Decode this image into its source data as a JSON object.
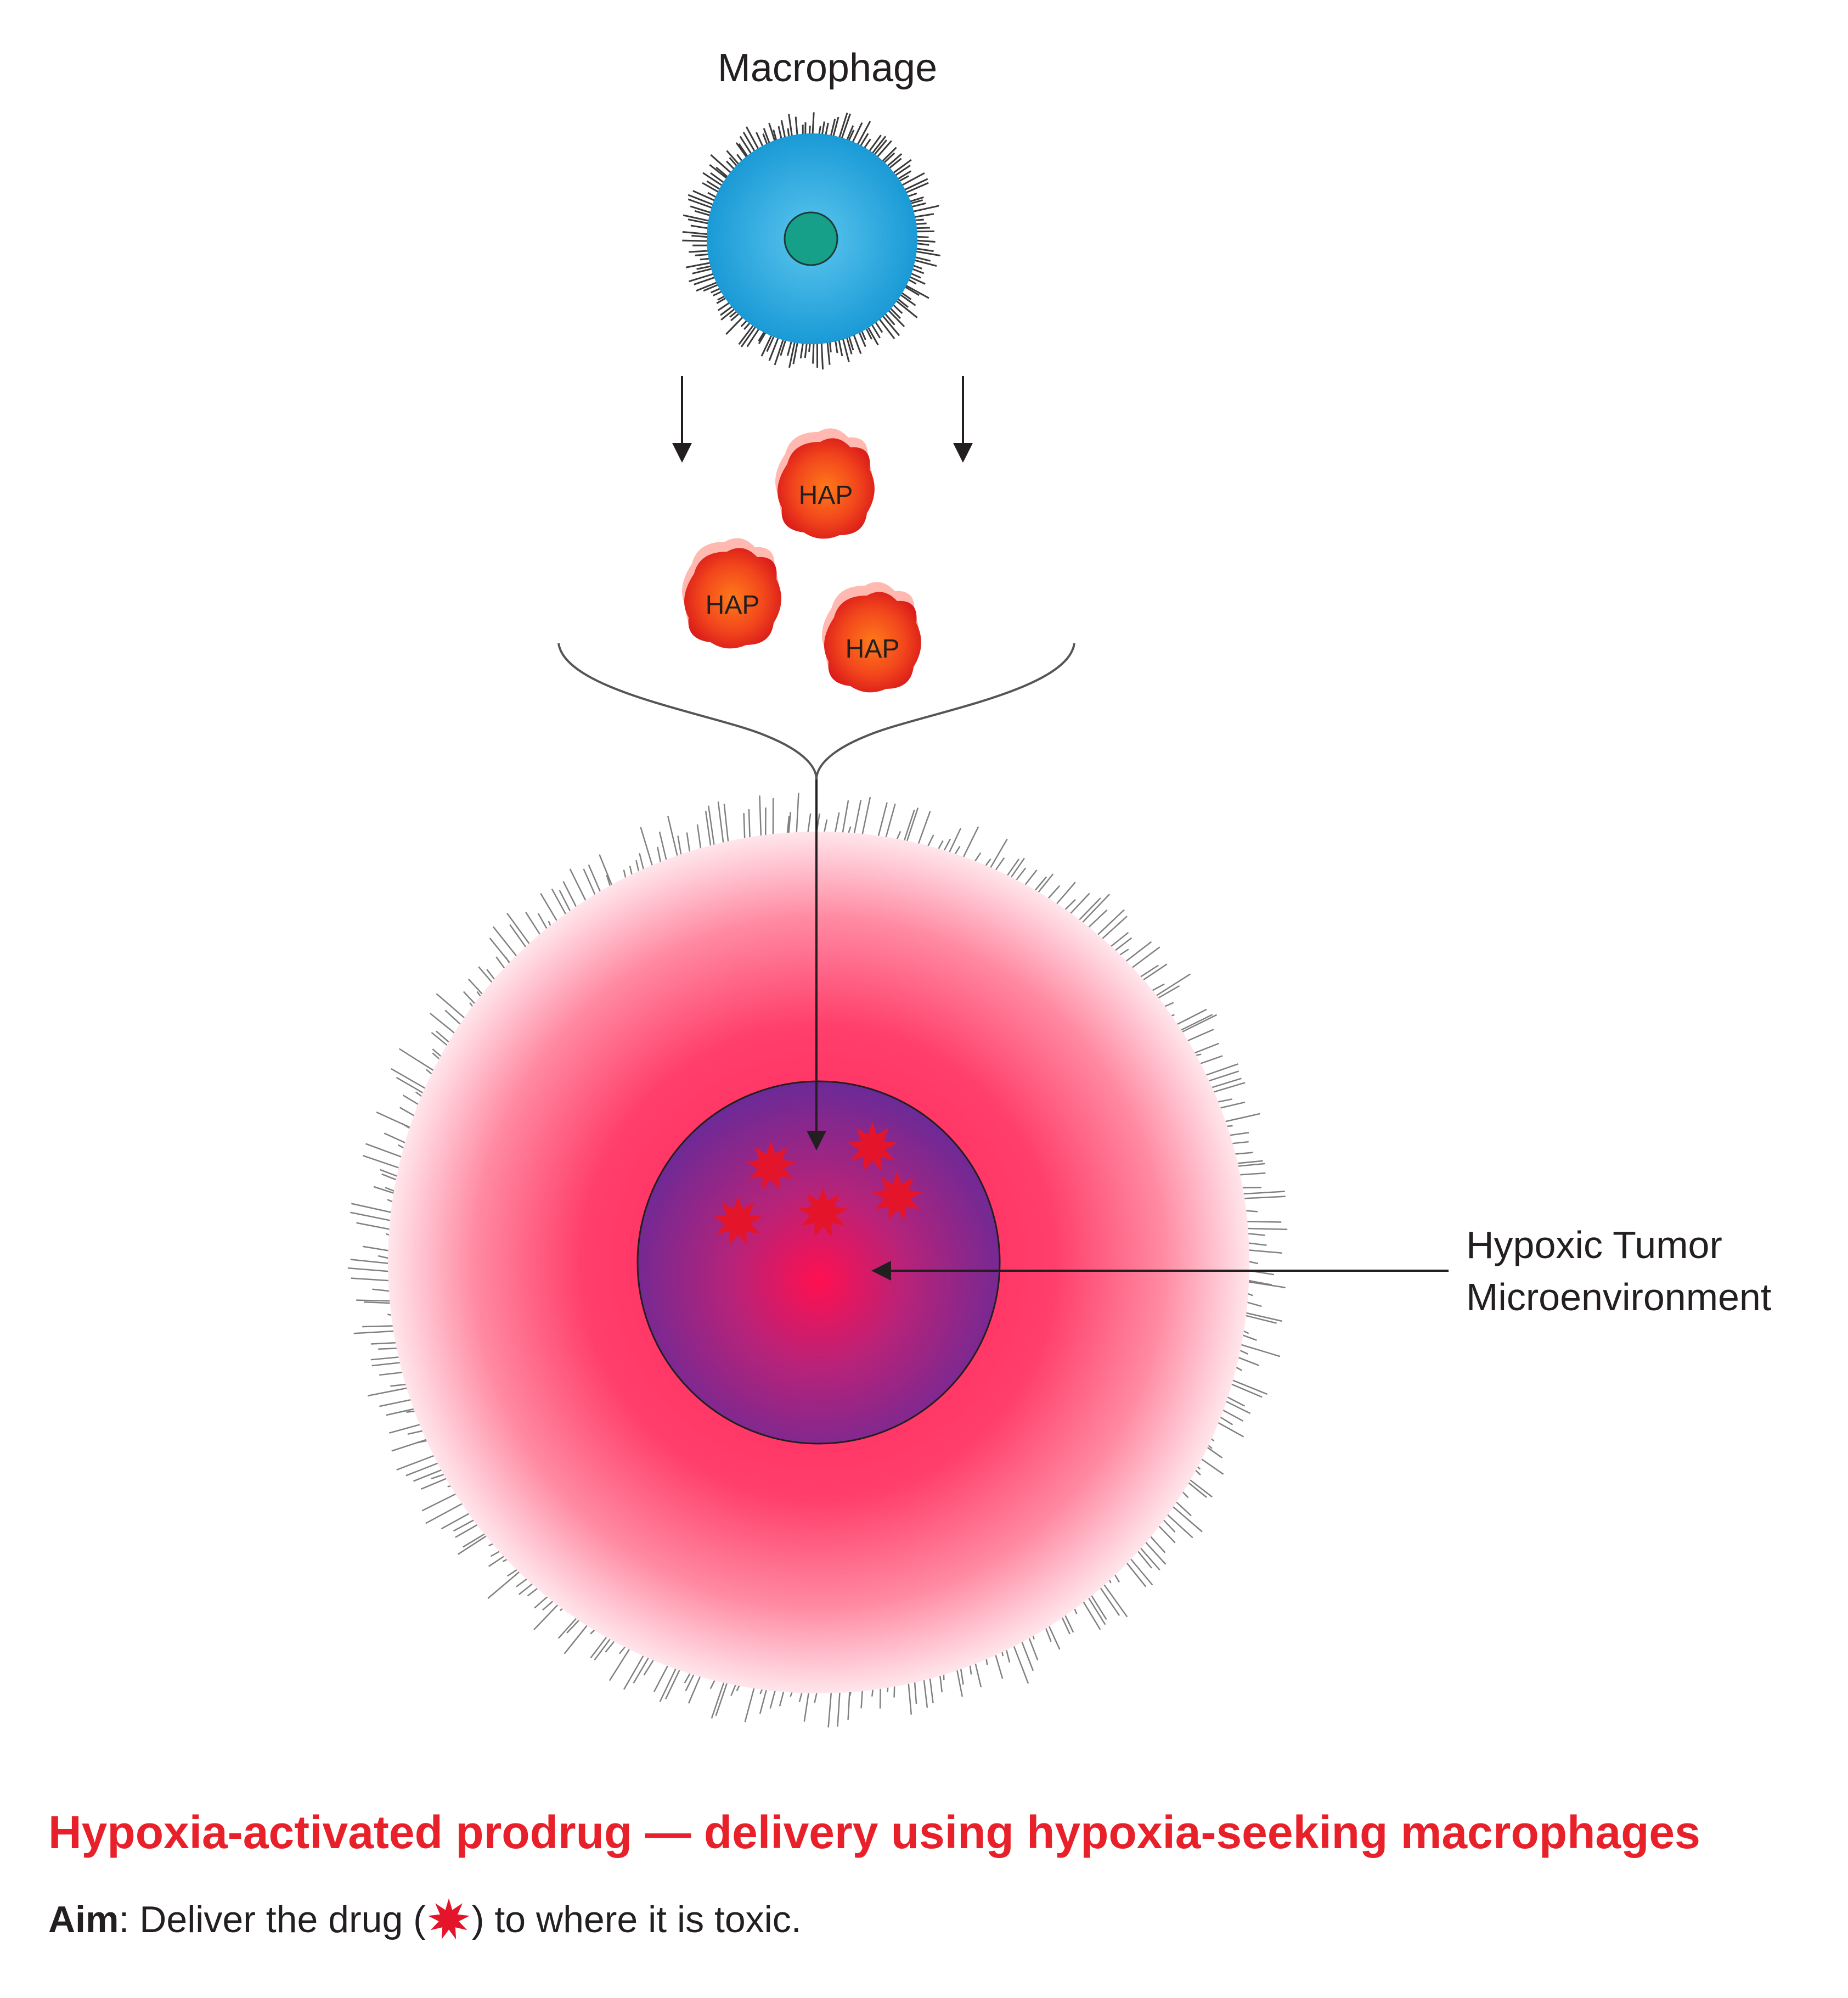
{
  "macrophage_label": "Macrophage",
  "hap_labels": [
    "HAP",
    "HAP",
    "HAP"
  ],
  "tumor_label": {
    "line1": "Hypoxic Tumor",
    "line2": "Microenvironment"
  },
  "caption": "Hypoxia-activated prodrug — delivery using hypoxia-seeking macrophages",
  "aim": {
    "prefix": "Aim",
    "colon": ":",
    "before_icon": " Deliver the drug (",
    "after_icon": ") to where it is toxic."
  },
  "colors": {
    "caption": "#e8202a",
    "macrophage": "#1fa3dc",
    "macrophage_nucleus": "#16a08a",
    "tumor_outer": "#ff3d6e",
    "tumor_core": "#7a2a9a",
    "drug_star": "#e4152b",
    "hap": "#f04a1a"
  },
  "icons": [
    "drug-star-icon",
    "arrow-down-icon"
  ]
}
